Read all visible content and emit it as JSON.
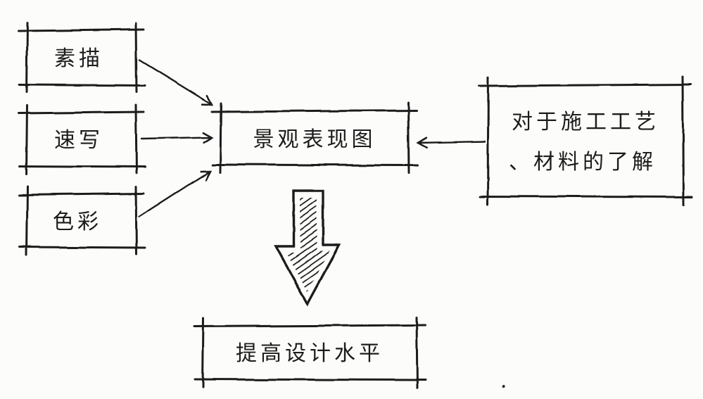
{
  "diagram": {
    "type": "flowchart",
    "style": "hand-drawn-sketch",
    "nodes": {
      "sketch": {
        "label": "素描"
      },
      "quick_sketch": {
        "label": "速写"
      },
      "color": {
        "label": "色彩"
      },
      "presentation": {
        "label": "景观表现图"
      },
      "construction": {
        "line1": "对于施工工艺",
        "line2": "、材料的了解"
      },
      "goal": {
        "label": "提高设计水平"
      }
    },
    "edges": [
      {
        "from": "sketch",
        "to": "presentation"
      },
      {
        "from": "quick_sketch",
        "to": "presentation"
      },
      {
        "from": "color",
        "to": "presentation"
      },
      {
        "from": "construction",
        "to": "presentation"
      },
      {
        "from": "presentation",
        "to": "goal",
        "style": "big-hollow-arrow"
      }
    ],
    "colors": {
      "ink": "#1c1c1c",
      "paper": "#fcfcfa"
    }
  }
}
